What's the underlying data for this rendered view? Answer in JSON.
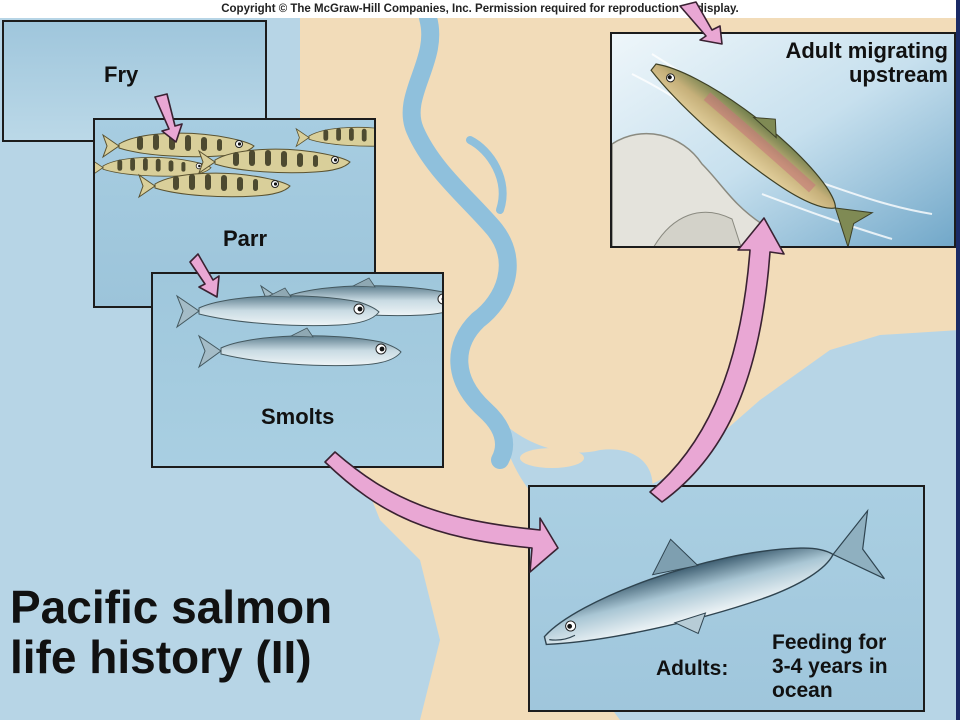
{
  "copyright": "Copyright © The McGraw-Hill Companies, Inc. Permission required for reproduction or display.",
  "title": {
    "line1": "Pacific salmon",
    "line2": "life history (II)"
  },
  "stages": {
    "fry": "Fry",
    "parr": "Parr",
    "smolts": "Smolts",
    "adults": "Adults:",
    "feeding": [
      "Feeding for",
      "3-4 years in",
      "ocean"
    ],
    "migrating": [
      "Adult migrating",
      "upstream"
    ]
  },
  "colors": {
    "land": "#f2dcb9",
    "water": "#b7d5e6",
    "river": "#8fc0dc",
    "panel": "#a9cde0",
    "arrow": "#e9a7d4"
  }
}
